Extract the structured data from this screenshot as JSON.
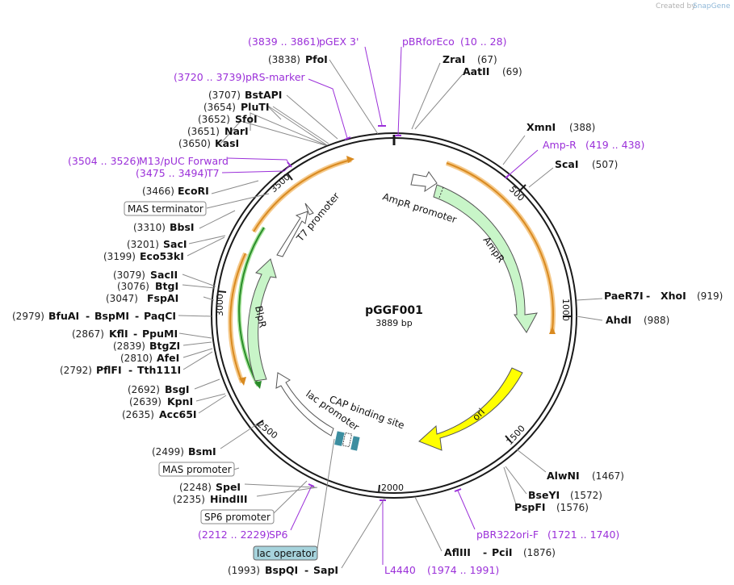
{
  "plasmid": {
    "name": "pGGF001",
    "length_label": "3889 bp",
    "length": 3889
  },
  "credit": {
    "prefix": "Created by",
    "brand": "SnapGene"
  },
  "colors": {
    "backbone": "#1a1a1a",
    "primer": "#9b30d9",
    "ampr": "#c8f5c8",
    "ori": "#ffff00",
    "orange": "#f0a030",
    "green_arrow": "#2a8c2a",
    "operator": "#3c8ea0",
    "leader": "#8a8a8a"
  },
  "ticks": [
    "500",
    "1000",
    "1500",
    "2000",
    "2500",
    "3000",
    "3500"
  ],
  "features": {
    "ampr_promoter": "AmpR promoter",
    "ampr": "AmpR",
    "ori": "ori",
    "t7_promoter": "T7 promoter",
    "blpr": "BlpR",
    "cap": "CAP binding site",
    "lac_promoter": "lac promoter"
  },
  "box_labels": {
    "mas_terminator": "MAS terminator",
    "mas_promoter": "MAS promoter",
    "sp6_promoter": "SP6 promoter",
    "lac_operator": "lac operator"
  },
  "sites": [
    {
      "key": "zrai",
      "name": "ZraI",
      "pos": "(67)"
    },
    {
      "key": "aatii",
      "name": "AatII",
      "pos": "(69)"
    },
    {
      "key": "xmni",
      "name": "XmnI",
      "pos": "(388)"
    },
    {
      "key": "scai",
      "name": "ScaI",
      "pos": "(507)"
    },
    {
      "key": "paer7i",
      "name": "PaeR7I",
      "name2": "XhoI",
      "pos": "(919)"
    },
    {
      "key": "ahdi",
      "name": "AhdI",
      "pos": "(988)"
    },
    {
      "key": "alwni",
      "name": "AlwNI",
      "pos": "(1467)"
    },
    {
      "key": "bseyi",
      "name": "BseYI",
      "pos": "(1572)"
    },
    {
      "key": "pspfi",
      "name": "PspFI",
      "pos": "(1576)"
    },
    {
      "key": "afliii",
      "name": "AflIII",
      "name2": "PciI",
      "pos": "(1876)"
    },
    {
      "key": "bspqi",
      "name": "BspQI",
      "name2": "SapI",
      "pos": "(1993)"
    },
    {
      "key": "hindiii",
      "name": "HindIII",
      "pos": "(2235)"
    },
    {
      "key": "spei",
      "name": "SpeI",
      "pos": "(2248)"
    },
    {
      "key": "bsmi",
      "name": "BsmI",
      "pos": "(2499)"
    },
    {
      "key": "acc65i",
      "name": "Acc65I",
      "pos": "(2635)"
    },
    {
      "key": "kpni",
      "name": "KpnI",
      "pos": "(2639)"
    },
    {
      "key": "bsgi",
      "name": "BsgI",
      "pos": "(2692)"
    },
    {
      "key": "pflfi",
      "name": "PflFI",
      "name2": "Tth111I",
      "pos": "(2792)"
    },
    {
      "key": "afei",
      "name": "AfeI",
      "pos": "(2810)"
    },
    {
      "key": "btgzi",
      "name": "BtgZI",
      "pos": "(2839)"
    },
    {
      "key": "kfli",
      "name": "KflI",
      "name2": "PpuMI",
      "pos": "(2867)"
    },
    {
      "key": "bfuai",
      "name": "BfuAI",
      "name2": "BspMI",
      "name3": "PaqCI",
      "pos": "(2979)"
    },
    {
      "key": "fspai",
      "name": "FspAI",
      "pos": "(3047)"
    },
    {
      "key": "btgi",
      "name": "BtgI",
      "pos": "(3076)"
    },
    {
      "key": "sacii",
      "name": "SacII",
      "pos": "(3079)"
    },
    {
      "key": "eco53ki",
      "name": "Eco53kI",
      "pos": "(3199)"
    },
    {
      "key": "saci",
      "name": "SacI",
      "pos": "(3201)"
    },
    {
      "key": "bbsi",
      "name": "BbsI",
      "pos": "(3310)"
    },
    {
      "key": "ecori",
      "name": "EcoRI",
      "pos": "(3466)"
    },
    {
      "key": "kasi",
      "name": "KasI",
      "pos": "(3650)"
    },
    {
      "key": "nari",
      "name": "NarI",
      "pos": "(3651)"
    },
    {
      "key": "sfoi",
      "name": "SfoI",
      "pos": "(3652)"
    },
    {
      "key": "plu ti",
      "name": "PluTI",
      "pos": "(3654)"
    },
    {
      "key": "bstapi",
      "name": "BstAPI",
      "pos": "(3707)"
    },
    {
      "key": "pfoi",
      "name": "PfoI",
      "pos": "(3838)"
    }
  ],
  "primers": [
    {
      "key": "pbrforeco",
      "name": "pBRforEco",
      "range": "(10 .. 28)"
    },
    {
      "key": "ampr_p",
      "name": "Amp-R",
      "range": "(419 .. 438)"
    },
    {
      "key": "pbr322",
      "name": "pBR322ori-F",
      "range": "(1721 .. 1740)"
    },
    {
      "key": "l4440",
      "name": "L4440",
      "range": "(1974 .. 1991)"
    },
    {
      "key": "sp6",
      "name": "SP6",
      "range": "(2212 .. 2229)"
    },
    {
      "key": "t7",
      "name": "T7",
      "range": "(3475 .. 3494)"
    },
    {
      "key": "m13",
      "name": "M13/pUC Forward",
      "range": "(3504 .. 3526)"
    },
    {
      "key": "prs",
      "name": "pRS-marker",
      "range": "(3720 .. 3739)"
    },
    {
      "key": "pgex",
      "name": "pGEX 3'",
      "range": "(3839 .. 3861)"
    }
  ]
}
